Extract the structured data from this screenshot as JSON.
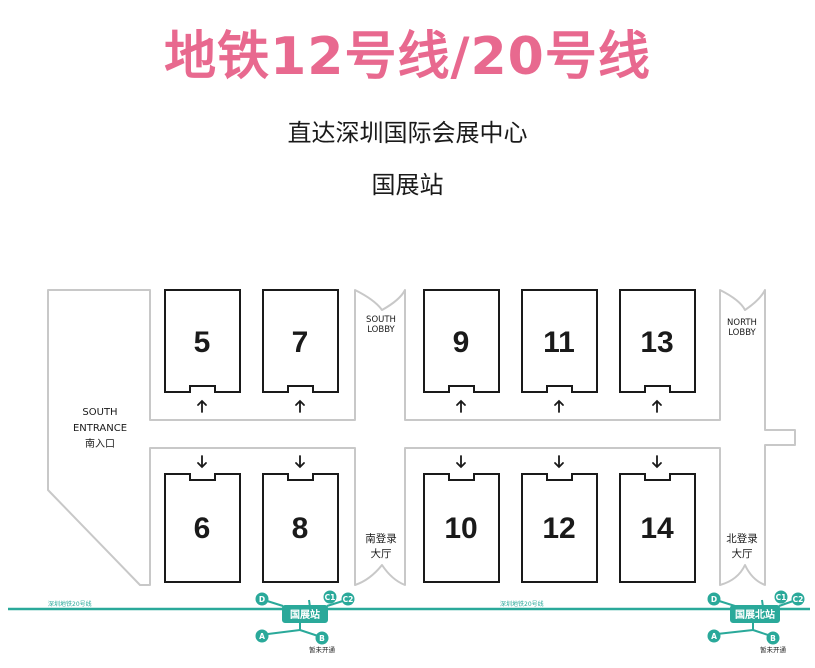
{
  "title": "地铁12号线/20号线",
  "subtitle_line1": "直达深圳国际会展中心",
  "subtitle_line2": "国展站",
  "halls_north": [
    "5",
    "7",
    "9",
    "11",
    "13"
  ],
  "halls_south": [
    "6",
    "8",
    "10",
    "12",
    "14"
  ],
  "south_lobby": [
    "SOUTH",
    "LOBBY"
  ],
  "north_lobby": [
    "NORTH",
    "LOBBY"
  ],
  "south_entrance": [
    "SOUTH",
    "ENTRANCE",
    "南入口"
  ],
  "south_registration_hall": [
    "南登录",
    "大厅"
  ],
  "north_registration_hall": [
    "北登录",
    "大厅"
  ],
  "metro": {
    "line_color": "#2aa99a",
    "line_label": "深圳地铁20号线",
    "station_1": {
      "name": "国展站",
      "exits": [
        "D",
        "C1",
        "C2",
        "A",
        "B"
      ],
      "note": "暂未开通"
    },
    "station_2": {
      "name": "国展北站",
      "exits": [
        "D",
        "C1",
        "C2",
        "A",
        "B"
      ],
      "note": "暂未开通"
    }
  },
  "colors": {
    "title": "#e8698f",
    "metro": "#2aa99a",
    "outline": "#c8c8c8",
    "hall": "#1a1a1a"
  }
}
